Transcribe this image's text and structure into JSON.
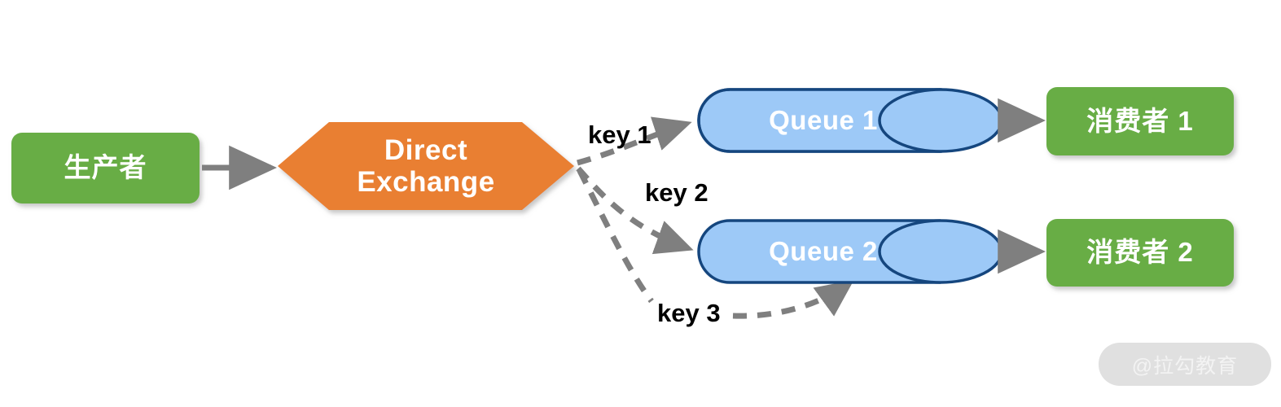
{
  "diagram": {
    "title": "RabbitMQ Direct Exchange routing diagram",
    "colors": {
      "green_fill": "#68ad45",
      "orange_fill": "#e97f33",
      "queue_fill": "#9dc9f7",
      "queue_stroke": "#15467e",
      "arrow_gray": "#7f7f7f",
      "text_white": "#ffffff",
      "text_black": "#000000",
      "watermark_bg": "#e0e0e0",
      "watermark_text": "#f3f3f3"
    },
    "nodes": {
      "producer": {
        "label": "生产者",
        "shape": "rounded-rect",
        "fill": "#68ad45"
      },
      "exchange": {
        "label_line1": "Direct",
        "label_line2": "Exchange",
        "shape": "hexagon",
        "fill": "#e97f33"
      },
      "queue1": {
        "label": "Queue 1",
        "shape": "cylinder",
        "fill": "#9dc9f7"
      },
      "queue2": {
        "label": "Queue 2",
        "shape": "cylinder",
        "fill": "#9dc9f7"
      },
      "consumer1": {
        "label": "消费者 1",
        "shape": "rounded-rect",
        "fill": "#68ad45"
      },
      "consumer2": {
        "label": "消费者 2",
        "shape": "rounded-rect",
        "fill": "#68ad45"
      }
    },
    "edges": [
      {
        "id": "producer-to-exchange",
        "label": "",
        "style": "solid",
        "from": "producer",
        "to": "exchange"
      },
      {
        "id": "exchange-to-queue1",
        "label": "key 1",
        "style": "dashed",
        "from": "exchange",
        "to": "queue1"
      },
      {
        "id": "exchange-to-queue2-a",
        "label": "key 2",
        "style": "dashed",
        "from": "exchange",
        "to": "queue2"
      },
      {
        "id": "exchange-to-queue2-b",
        "label": "key 3",
        "style": "dashed",
        "from": "exchange",
        "to": "queue2"
      },
      {
        "id": "queue1-to-consumer1",
        "label": "",
        "style": "solid",
        "from": "queue1",
        "to": "consumer1"
      },
      {
        "id": "queue2-to-consumer2",
        "label": "",
        "style": "solid",
        "from": "queue2",
        "to": "consumer2"
      }
    ],
    "watermark": {
      "text": "@拉勾教育"
    }
  }
}
